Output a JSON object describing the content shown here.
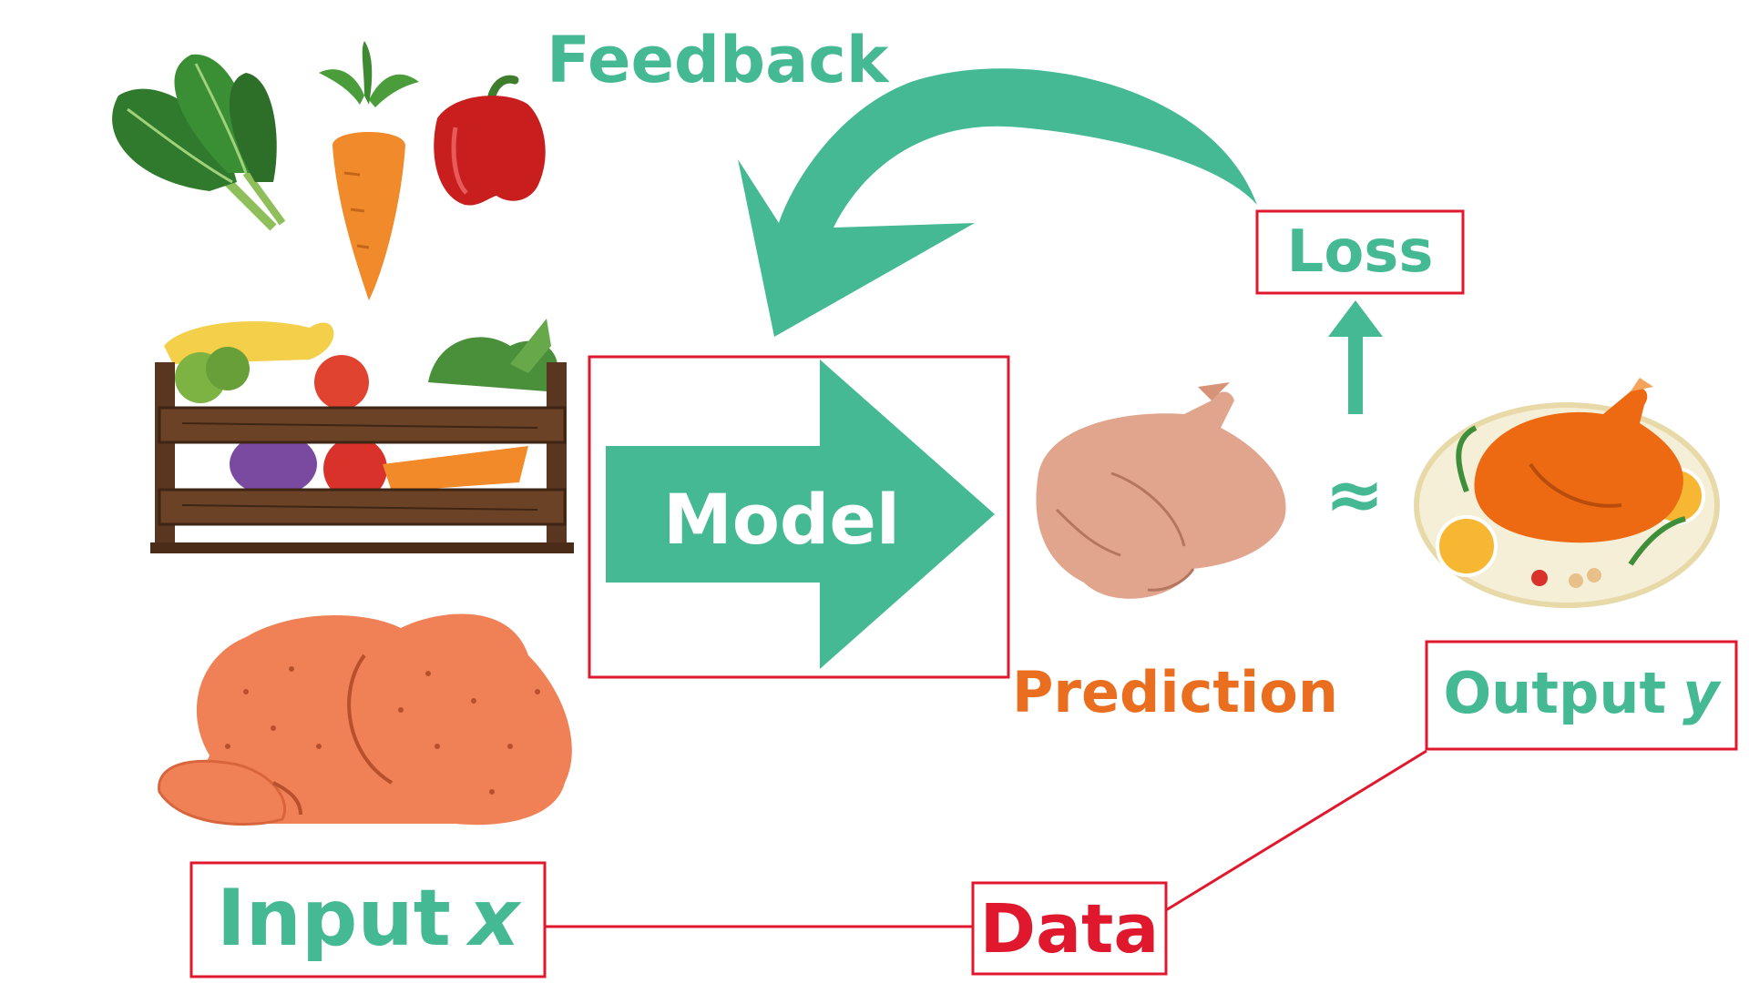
{
  "labels": {
    "feedback": "Feedback",
    "loss": "Loss",
    "model": "Model",
    "prediction": "Prediction",
    "approx": "≈",
    "output": "Output",
    "output_var": "y",
    "input": "Input",
    "input_var": "x",
    "data": "Data"
  },
  "colors": {
    "teal": "#45b994",
    "orange": "#ea6e1f",
    "red": "#e0182d"
  },
  "icons": [
    "spinach-icon",
    "carrot-icon",
    "bell-pepper-icon",
    "vegetable-crate-icon",
    "raw-chicken-drawing-icon",
    "plucked-chicken-icon",
    "roast-chicken-platter-icon"
  ]
}
